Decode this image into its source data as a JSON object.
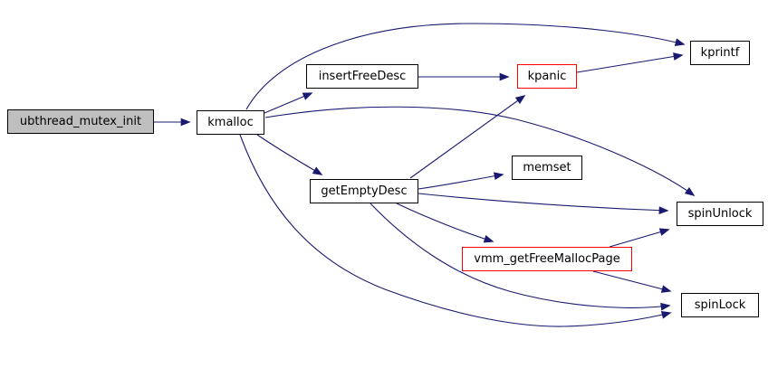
{
  "diagram": {
    "kind": "doxygen-call-graph",
    "root_function": "ubthread_mutex_init",
    "colors": {
      "background": "#ffffff",
      "edge": "#191970",
      "node_border": "#000000",
      "flagged_node_border": "#ff0000",
      "root_node_fill": "#bfbfbf",
      "node_fill": "#ffffff",
      "text": "#000000"
    },
    "nodes": [
      {
        "id": "ubthread_mutex_init",
        "label": "ubthread_mutex_init",
        "style": "root"
      },
      {
        "id": "kmalloc",
        "label": "kmalloc",
        "style": "normal"
      },
      {
        "id": "insertFreeDesc",
        "label": "insertFreeDesc",
        "style": "normal"
      },
      {
        "id": "kpanic",
        "label": "kpanic",
        "style": "flagged"
      },
      {
        "id": "kprintf",
        "label": "kprintf",
        "style": "normal"
      },
      {
        "id": "getEmptyDesc",
        "label": "getEmptyDesc",
        "style": "normal"
      },
      {
        "id": "memset",
        "label": "memset",
        "style": "normal"
      },
      {
        "id": "spinUnlock",
        "label": "spinUnlock",
        "style": "normal"
      },
      {
        "id": "vmm_getFreeMallocPage",
        "label": "vmm_getFreeMallocPage",
        "style": "flagged"
      },
      {
        "id": "spinLock",
        "label": "spinLock",
        "style": "normal"
      }
    ],
    "edges": [
      {
        "from": "ubthread_mutex_init",
        "to": "kmalloc"
      },
      {
        "from": "kmalloc",
        "to": "kprintf"
      },
      {
        "from": "kmalloc",
        "to": "insertFreeDesc"
      },
      {
        "from": "kmalloc",
        "to": "getEmptyDesc"
      },
      {
        "from": "kmalloc",
        "to": "spinUnlock"
      },
      {
        "from": "kmalloc",
        "to": "spinLock"
      },
      {
        "from": "insertFreeDesc",
        "to": "kpanic"
      },
      {
        "from": "kpanic",
        "to": "kprintf"
      },
      {
        "from": "getEmptyDesc",
        "to": "kpanic"
      },
      {
        "from": "getEmptyDesc",
        "to": "memset"
      },
      {
        "from": "getEmptyDesc",
        "to": "spinUnlock"
      },
      {
        "from": "getEmptyDesc",
        "to": "vmm_getFreeMallocPage"
      },
      {
        "from": "getEmptyDesc",
        "to": "spinLock"
      },
      {
        "from": "vmm_getFreeMallocPage",
        "to": "spinUnlock"
      },
      {
        "from": "vmm_getFreeMallocPage",
        "to": "spinLock"
      }
    ]
  }
}
